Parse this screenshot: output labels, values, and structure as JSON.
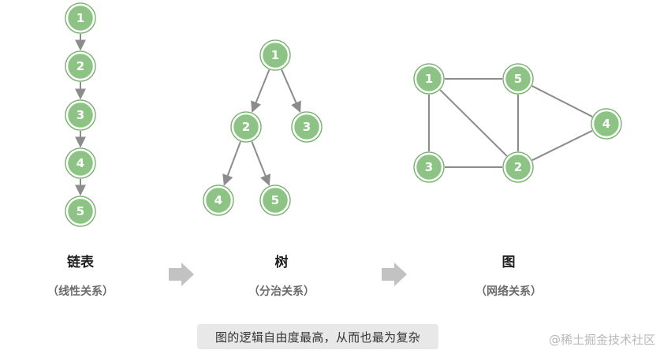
{
  "sections": [
    {
      "title": "链表",
      "subtitle": "（线性关系）",
      "nodes": [
        {
          "id": "ll1",
          "label": "1"
        },
        {
          "id": "ll2",
          "label": "2"
        },
        {
          "id": "ll3",
          "label": "3"
        },
        {
          "id": "ll4",
          "label": "4"
        },
        {
          "id": "ll5",
          "label": "5"
        }
      ],
      "edges": [
        {
          "from": "ll1",
          "to": "ll2",
          "directed": true
        },
        {
          "from": "ll2",
          "to": "ll3",
          "directed": true
        },
        {
          "from": "ll3",
          "to": "ll4",
          "directed": true
        },
        {
          "from": "ll4",
          "to": "ll5",
          "directed": true
        }
      ]
    },
    {
      "title": "树",
      "subtitle": "（分治关系）",
      "nodes": [
        {
          "id": "t1",
          "label": "1"
        },
        {
          "id": "t2",
          "label": "2"
        },
        {
          "id": "t3",
          "label": "3"
        },
        {
          "id": "t4",
          "label": "4"
        },
        {
          "id": "t5",
          "label": "5"
        }
      ],
      "edges": [
        {
          "from": "t1",
          "to": "t2",
          "directed": true
        },
        {
          "from": "t1",
          "to": "t3",
          "directed": true
        },
        {
          "from": "t2",
          "to": "t4",
          "directed": true
        },
        {
          "from": "t2",
          "to": "t5",
          "directed": true
        }
      ]
    },
    {
      "title": "图",
      "subtitle": "（网络关系）",
      "nodes": [
        {
          "id": "g1",
          "label": "1"
        },
        {
          "id": "g5",
          "label": "5"
        },
        {
          "id": "g4",
          "label": "4"
        },
        {
          "id": "g3",
          "label": "3"
        },
        {
          "id": "g2",
          "label": "2"
        }
      ],
      "edges": [
        {
          "from": "g1",
          "to": "g5",
          "directed": false
        },
        {
          "from": "g1",
          "to": "g3",
          "directed": false
        },
        {
          "from": "g1",
          "to": "g2",
          "directed": false
        },
        {
          "from": "g5",
          "to": "g2",
          "directed": false
        },
        {
          "from": "g5",
          "to": "g4",
          "directed": false
        },
        {
          "from": "g3",
          "to": "g2",
          "directed": false
        },
        {
          "from": "g2",
          "to": "g4",
          "directed": false
        }
      ]
    }
  ],
  "caption": "图的逻辑自由度最高，从而也最为复杂",
  "watermark": "@稀土掘金技术社区",
  "colors": {
    "node_fill": "#8dc486",
    "node_ring": "#79b370",
    "edge": "#8c8c8c",
    "arrow": "#c2c2c2",
    "caption_bg": "#e8e8e8"
  }
}
